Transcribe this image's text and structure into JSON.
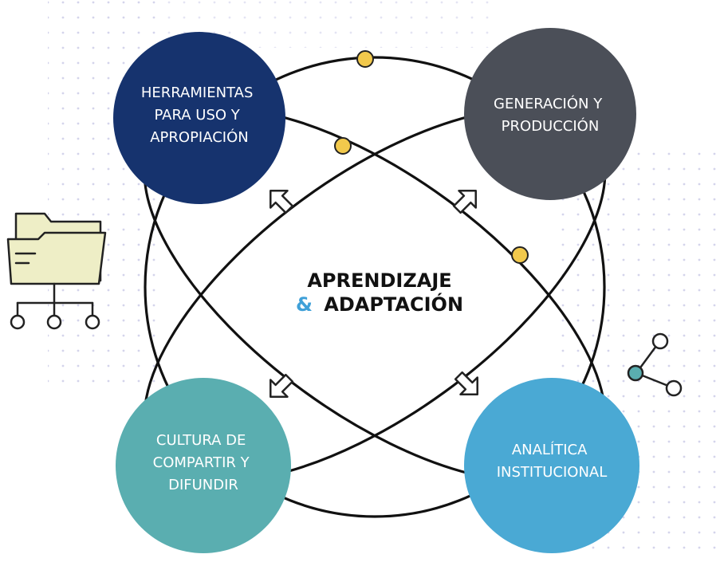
{
  "diagram": {
    "center": {
      "line1": "APRENDIZAJE",
      "line2_amp": "&",
      "line2_rest": "ADAPTACIÓN"
    },
    "nodes": [
      {
        "id": "herramientas",
        "lines": [
          "HERRAMIENTAS",
          "PARA USO Y",
          "APROPIACIÓN"
        ],
        "color": "#16336e"
      },
      {
        "id": "generacion",
        "lines": [
          "GENERACIÓN Y",
          "PRODUCCIÓN"
        ],
        "color": "#4b4f58"
      },
      {
        "id": "cultura",
        "lines": [
          "CULTURA DE",
          "COMPARTIR Y",
          "DIFUNDIR"
        ],
        "color": "#5aaeb0"
      },
      {
        "id": "analitica",
        "lines": [
          "ANALÍTICA",
          "INSTITUCIONAL"
        ],
        "color": "#4aa9d4"
      }
    ],
    "colors": {
      "ring": "#111111",
      "dot": "#f2c94c",
      "amp": "#3fa0d8",
      "folder": "#eeeec6",
      "share_node": "#5aaeb0",
      "pattern": "#c9c9e6"
    },
    "icons": [
      "folder-network-icon",
      "share-icon"
    ]
  }
}
